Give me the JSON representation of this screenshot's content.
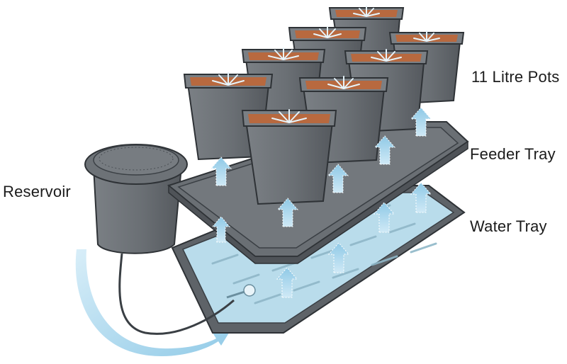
{
  "labels": {
    "pots": "11 Litre Pots",
    "feeder_tray": "Feeder Tray",
    "water_tray": "Water Tray",
    "reservoir": "Reservoir"
  },
  "colors": {
    "plastic": "#6b7075",
    "plastic_dark": "#54585d",
    "plastic_light": "#8a8f94",
    "outline": "#2e3236",
    "soil": "#b8693f",
    "water": "#b9dceb",
    "flow_arrow": "#a9d6ee",
    "sprout": "#d5ecf7"
  },
  "icons": [
    "upward-flow-arrow-icon",
    "sprout-icon",
    "return-flow-arrow-icon"
  ]
}
